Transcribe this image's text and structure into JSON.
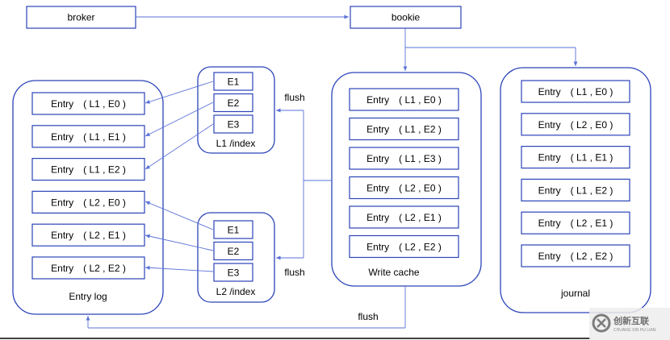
{
  "nodes": {
    "broker": "broker",
    "bookie": "bookie"
  },
  "entry_log": {
    "title": "Entry log",
    "entries": [
      "Entry　( L1 , E0 )",
      "Entry　( L1 , E1 )",
      "Entry　( L1 , E2 )",
      "Entry　( L2 , E0 )",
      "Entry　( L2 , E1 )",
      "Entry　( L2 , E2 )"
    ]
  },
  "l1_index": {
    "title": "L1 /index",
    "items": [
      "E1",
      "E2",
      "E3"
    ]
  },
  "l2_index": {
    "title": "L2 /index",
    "items": [
      "E1",
      "E2",
      "E3"
    ]
  },
  "write_cache": {
    "title": "Write cache",
    "entries": [
      "Entry　( L1 , E0 )",
      "Entry　( L1 , E2 )",
      "Entry　( L1 , E3 )",
      "Entry　( L2 , E0 )",
      "Entry　( L2 , E1 )",
      "Entry　( L2 , E2 )"
    ]
  },
  "journal": {
    "title": "journal",
    "entries": [
      "Entry　( L1 , E0 )",
      "Entry　( L2 , E0 )",
      "Entry　( L1 , E1 )",
      "Entry　( L1 , E2 )",
      "Entry　( L2 , E1 )",
      "Entry　( L2 , E2 )"
    ]
  },
  "flush_labels": {
    "top": "flush",
    "middle": "flush",
    "bottom": "flush"
  },
  "watermark": {
    "text": "创新互联",
    "sub": "CHUANG XIN HU LIAN"
  },
  "colors": {
    "border": "#2b44b8",
    "arrow": "#5a72d8"
  }
}
